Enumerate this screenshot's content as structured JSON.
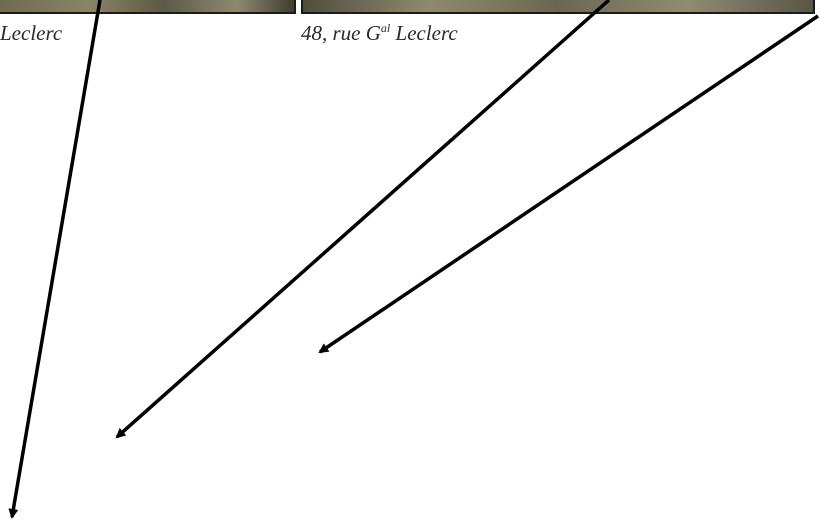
{
  "captions": {
    "left": "Leclerc",
    "right_prefix": "48, rue G",
    "right_superscript": "al",
    "right_suffix": " Leclerc"
  },
  "colors": {
    "arrow": "#000000",
    "caption_text": "#2a2a2a"
  },
  "arrows": [
    {
      "name": "arrow-down-left-long"
    },
    {
      "name": "arrow-diagonal-center"
    },
    {
      "name": "arrow-diagonal-right"
    }
  ]
}
